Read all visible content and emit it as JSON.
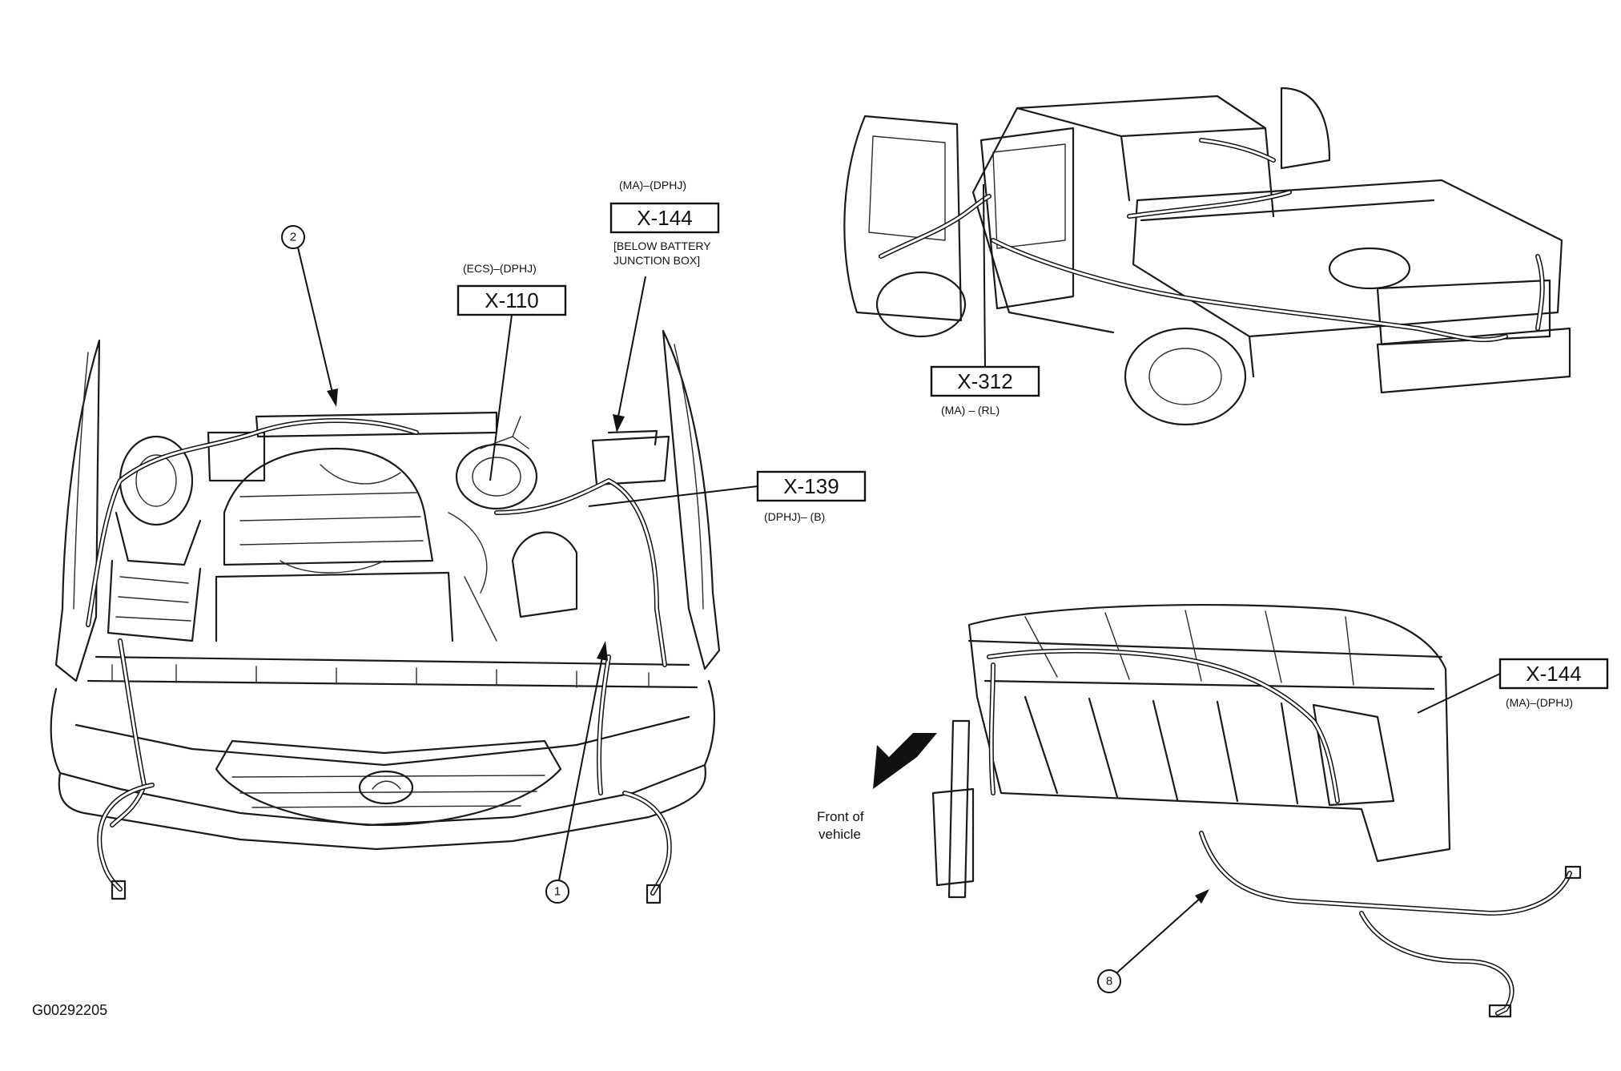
{
  "figure_id": "G00292205",
  "callouts": [
    {
      "id": "callout-1",
      "label": "1"
    },
    {
      "id": "callout-2",
      "label": "2"
    },
    {
      "id": "callout-8",
      "label": "8"
    }
  ],
  "connectors": {
    "x110": {
      "qualifier": "(ECS)–(DPHJ)",
      "label": "X-110"
    },
    "x144_engine": {
      "qualifier": "(MA)–(DPHJ)",
      "label": "X-144",
      "note_line1": "[BELOW BATTERY",
      "note_line2": "JUNCTION BOX]"
    },
    "x139": {
      "label": "X-139",
      "qualifier": "(DPHJ)– (B)"
    },
    "x312": {
      "label": "X-312",
      "qualifier": "(MA) – (RL)"
    },
    "x144_dash": {
      "label": "X-144",
      "qualifier": "(MA)–(DPHJ)"
    }
  },
  "direction": {
    "line1": "Front  of",
    "line2": "vehicle"
  }
}
